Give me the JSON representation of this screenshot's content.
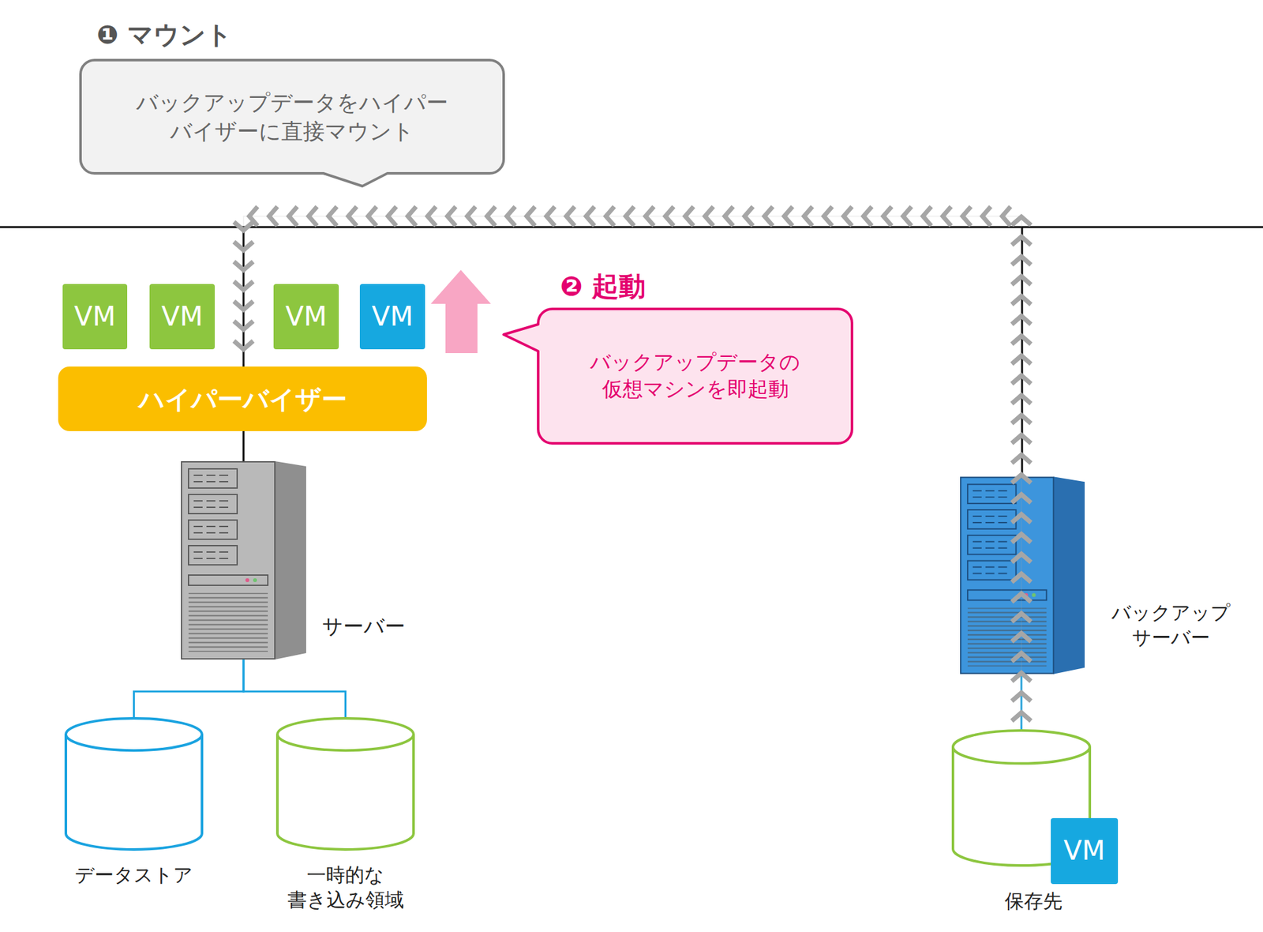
{
  "diagram": {
    "nodes": [
      {
        "text": [
          "❶ マウント",
          "バックアップデータをハイパー バイザーに直接マウント"
        ]
      },
      {
        "text": [
          "❷ 起動",
          "バックアップデータの 仮想マシンを即起動"
        ]
      },
      {
        "text": [
          "VM"
        ]
      },
      {
        "text": [
          "VM"
        ]
      },
      {
        "text": [
          "VM"
        ]
      },
      {
        "text": [
          "VM"
        ]
      },
      {
        "text": [
          "ハイパーバイザー"
        ]
      },
      {
        "text": [
          "サーバー"
        ]
      },
      {
        "text": [
          "データストア"
        ]
      },
      {
        "text": [
          "一時的な 書き込み領域"
        ]
      },
      {
        "text": [
          "バックアップ サーバー"
        ]
      },
      {
        "text": [
          "保存先"
        ]
      },
      {
        "text": [
          "VM"
        ],
        "in": 11
      }
    ],
    "edges": [
      {
        "from": 6,
        "to": 7,
        "arrow": "none"
      },
      {
        "from": 7,
        "to": 8,
        "arrow": "none"
      },
      {
        "from": 7,
        "to": 9,
        "arrow": "none"
      },
      {
        "from": 10,
        "to": 11,
        "arrow": "none"
      },
      {
        "from": 11,
        "to": 6,
        "arrow": "to"
      }
    ]
  }
}
